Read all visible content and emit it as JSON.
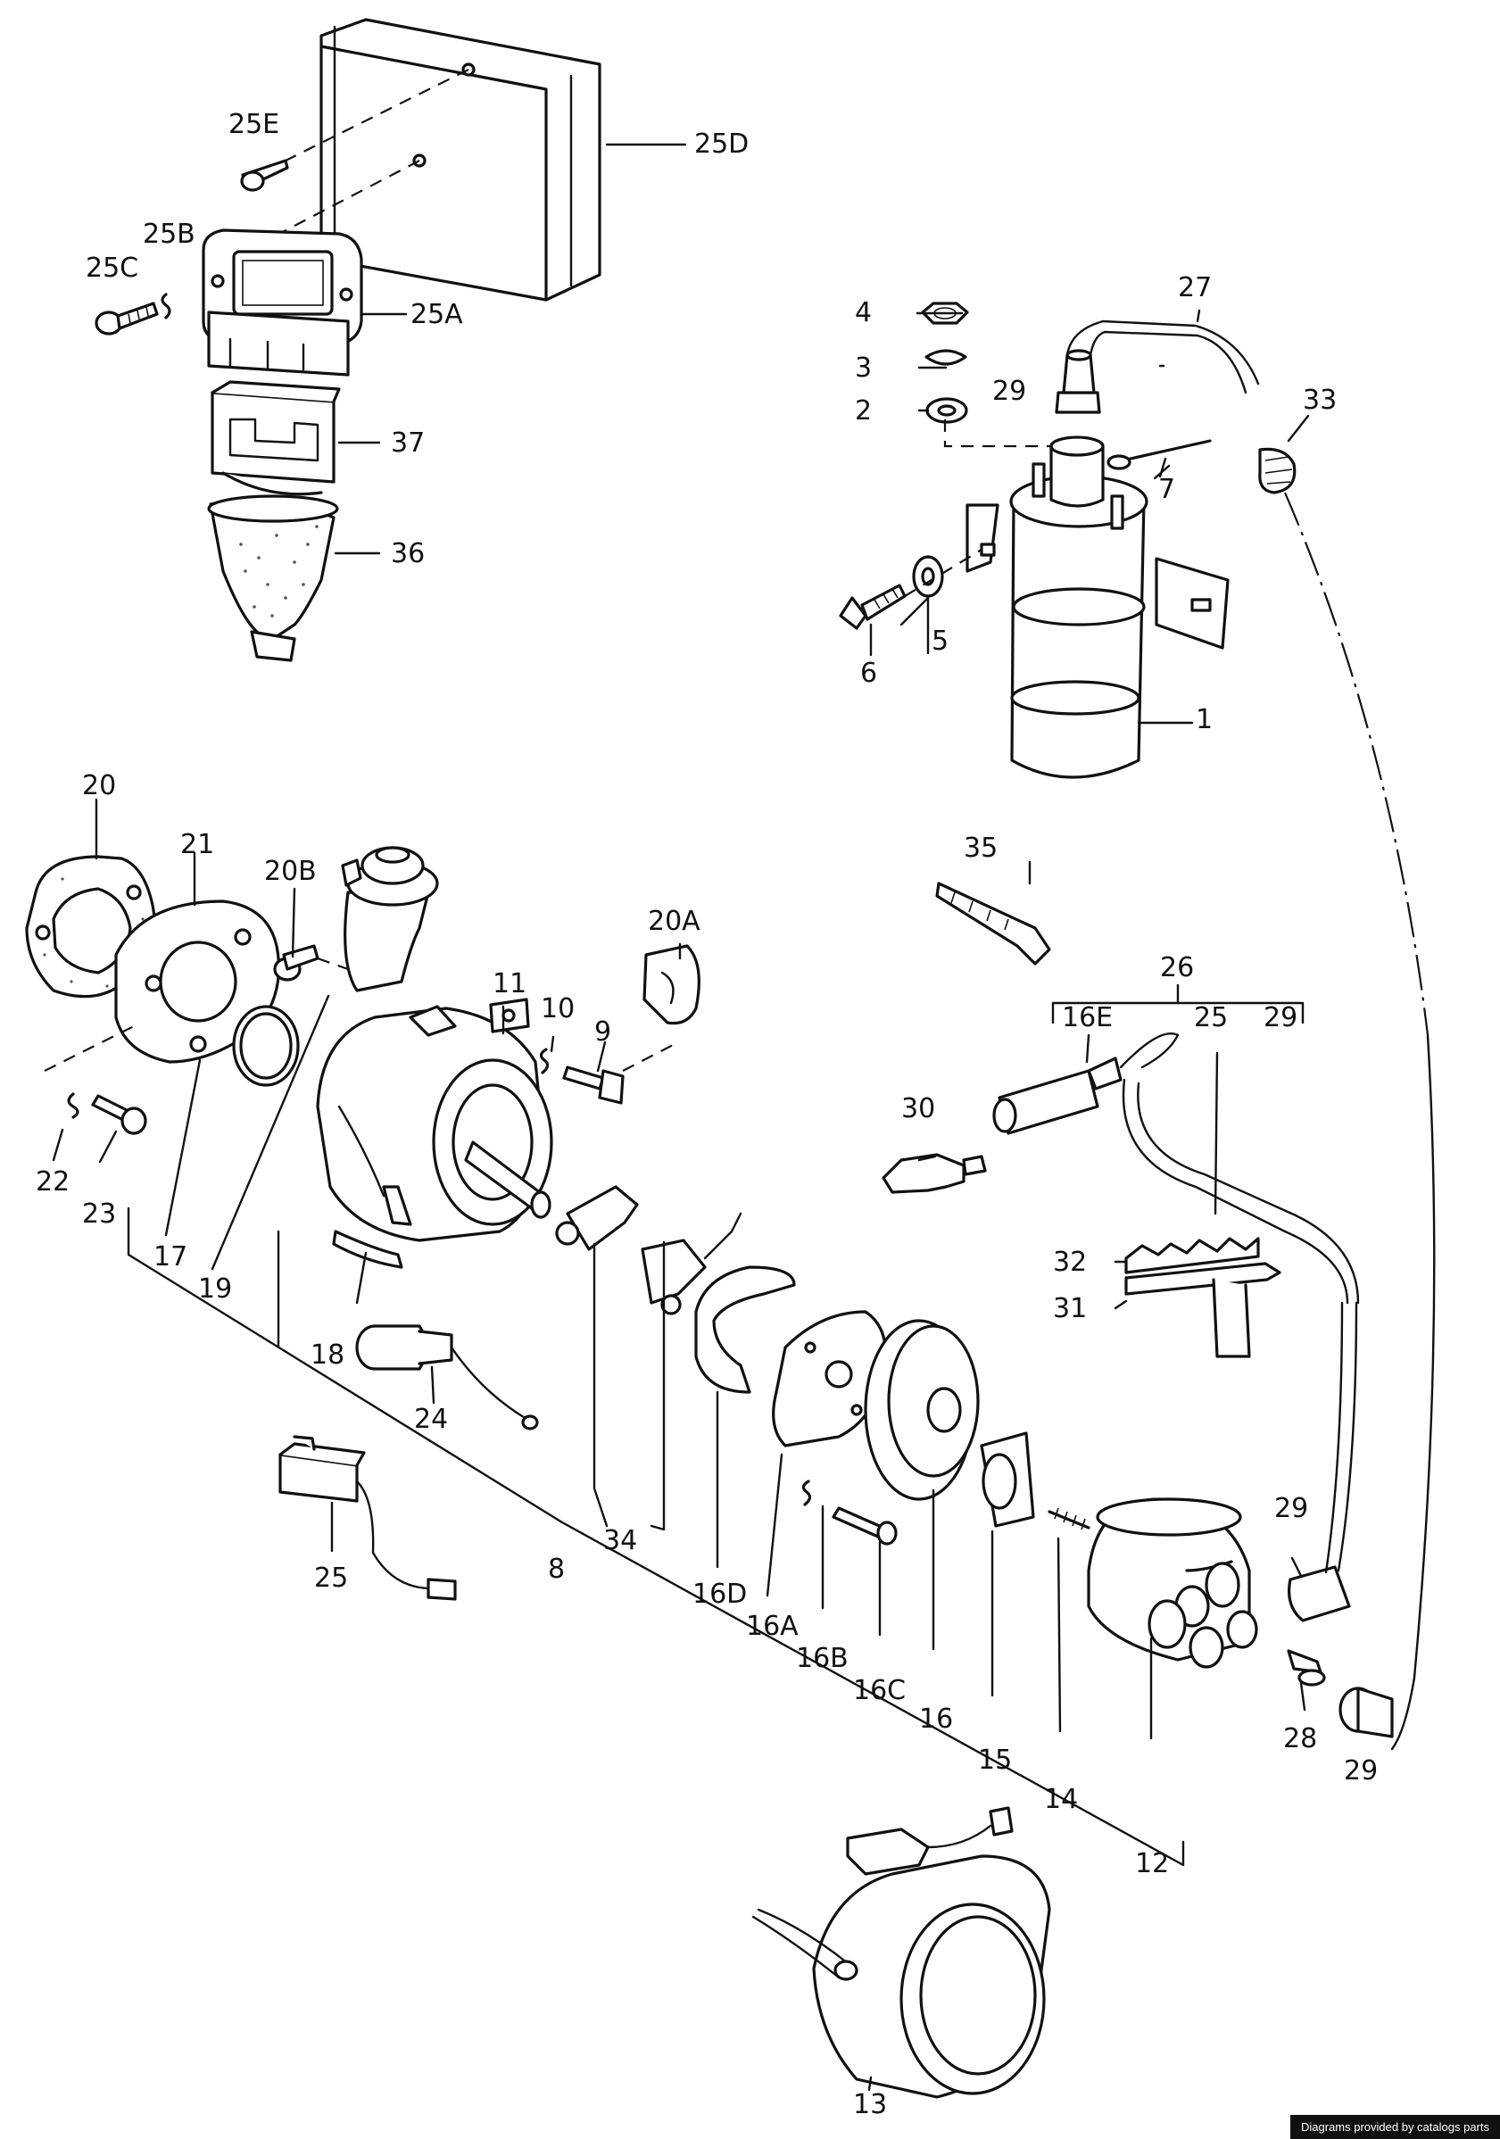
{
  "labels": {
    "l_25E": "25E",
    "l_25D": "25D",
    "l_25B": "25B",
    "l_25C": "25C",
    "l_25A": "25A",
    "l_37": "37",
    "l_36": "36",
    "l_27": "27",
    "l_4": "4",
    "l_3": "3",
    "l_2": "2",
    "l_29a": "29",
    "l_33": "33",
    "l_7": "7",
    "l_5": "5",
    "l_6": "6",
    "l_1": "1",
    "l_20": "20",
    "l_21": "21",
    "l_20B": "20B",
    "l_20A": "20A",
    "l_35": "35",
    "l_11": "11",
    "l_10": "10",
    "l_9": "9",
    "l_26": "26",
    "l_16E": "16E",
    "l_25b": "25",
    "l_29b": "29",
    "l_30": "30",
    "l_22": "22",
    "l_23": "23",
    "l_17": "17",
    "l_19": "19",
    "l_18": "18",
    "l_24": "24",
    "l_32": "32",
    "l_31": "31",
    "l_34": "34",
    "l_8": "8",
    "l_25c": "25",
    "l_16D": "16D",
    "l_16A": "16A",
    "l_16B": "16B",
    "l_16C": "16C",
    "l_16": "16",
    "l_15": "15",
    "l_14": "14",
    "l_12": "12",
    "l_29c": "29",
    "l_28": "28",
    "l_29d": "29",
    "l_13": "13"
  },
  "footer": {
    "credit": "Diagrams provided by catalogs parts"
  }
}
